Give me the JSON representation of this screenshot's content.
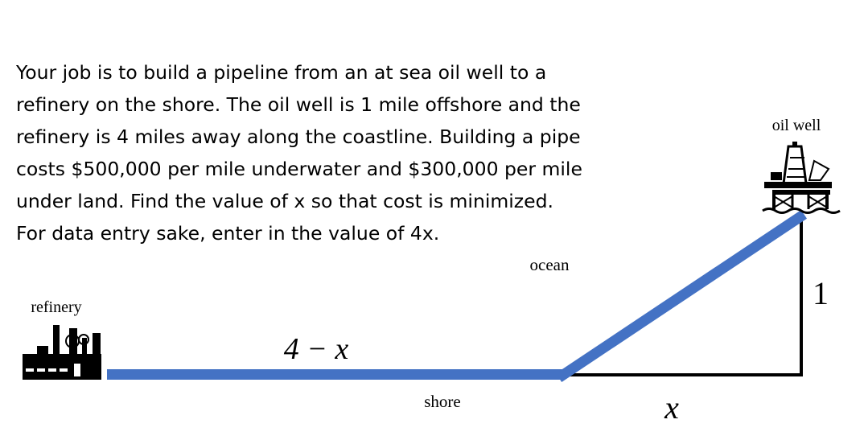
{
  "problem": {
    "lines": [
      "Your job is to build a pipeline from an at sea oil well to a",
      "refinery on the shore.  The oil well is 1 mile offshore and the",
      "refinery is 4 miles away along the coastline.  Building a pipe",
      "costs $500,000 per mile underwater and $300,000 per mile",
      "under land.  Find the value of x so that cost is minimized.",
      "For data entry sake, enter in the value of 4x."
    ]
  },
  "diagram": {
    "labels": {
      "oil_well": "oil well",
      "refinery": "refinery",
      "ocean": "ocean",
      "shore": "shore",
      "land_segment": "4 − x",
      "vertical_distance": "1",
      "horizontal_distance": "x"
    },
    "colors": {
      "pipeline": "#4472C4",
      "outline": "#000000"
    },
    "icons": [
      "refinery-icon",
      "oil-platform-icon"
    ]
  }
}
